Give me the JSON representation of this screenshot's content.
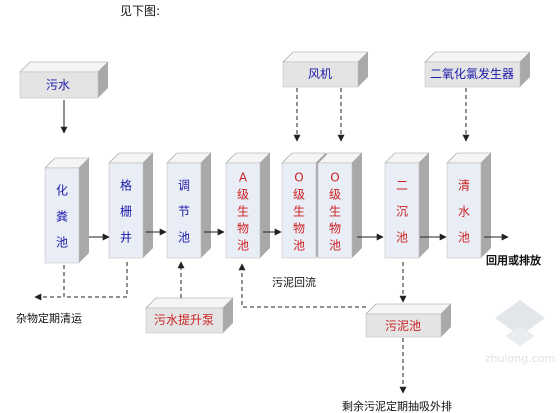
{
  "header": {
    "text": "见下图:"
  },
  "sources": {
    "sewage": "污水",
    "blower": "风机",
    "chlorine_generator": "二氧化氯发生器",
    "lift_pump": "污水提升泵"
  },
  "tanks": [
    {
      "key": "septic",
      "text": "化粪池",
      "color": "#1a1aa8"
    },
    {
      "key": "screen",
      "text": "格栅井",
      "color": "#1a1aa8"
    },
    {
      "key": "regulate",
      "text": "调节池",
      "color": "#1a1aa8"
    },
    {
      "key": "a_bio",
      "text": "A级生物池",
      "color": "#cc2222"
    },
    {
      "key": "o_bio_1",
      "text": "O级生物池",
      "color": "#cc2222"
    },
    {
      "key": "o_bio_2",
      "text": "O级生物池",
      "color": "#cc2222"
    },
    {
      "key": "settle",
      "text": "二沉池",
      "color": "#cc2222"
    },
    {
      "key": "clear",
      "text": "清水池",
      "color": "#cc2222"
    }
  ],
  "sludge_tank": "污泥池",
  "labels": {
    "reuse": "回用或排放",
    "debris": "杂物定期清运",
    "sludge_return": "污泥回流",
    "sludge_out": "剩余污泥定期抽吸外排"
  },
  "watermark": "zhulong.com",
  "colors": {
    "box_front": "#e4e4e4",
    "box_top": "#f5f5f5",
    "box_side": "#a9a9a9",
    "tank_front": "#e9edf5",
    "blue_text": "#1a1aa8",
    "red_text": "#cc2222"
  }
}
